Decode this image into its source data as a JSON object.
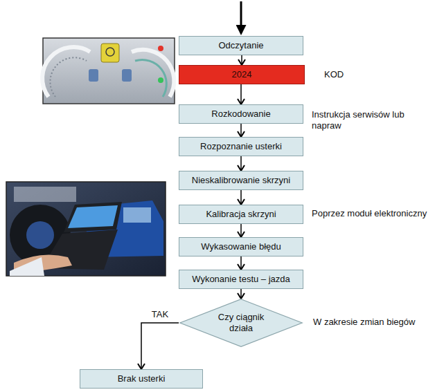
{
  "diagram": {
    "nodes": [
      {
        "text": [
          "Odczytanie"
        ]
      },
      {
        "text": [
          "2024"
        ]
      },
      {
        "text": [
          "Rozkodowanie"
        ]
      },
      {
        "text": [
          "Rozpoznanie usterki"
        ]
      },
      {
        "text": [
          "Nieskalibrowanie skrzyni"
        ]
      },
      {
        "text": [
          "Kalibracja skrzyni"
        ]
      },
      {
        "text": [
          "Wykasowanie błędu"
        ]
      },
      {
        "text": [
          "Wykonanie testu – jazda"
        ]
      },
      {
        "text": [
          "Czy ciągnik działa"
        ]
      },
      {
        "text": [
          "Brak usterki"
        ]
      }
    ],
    "edges": [
      {
        "from": 0,
        "to": 1,
        "arrow": "to"
      },
      {
        "from": 1,
        "to": 2,
        "arrow": "to"
      },
      {
        "from": 2,
        "to": 3,
        "arrow": "to"
      },
      {
        "from": 3,
        "to": 4,
        "arrow": "to"
      },
      {
        "from": 4,
        "to": 5,
        "arrow": "to"
      },
      {
        "from": 5,
        "to": 6,
        "arrow": "to"
      },
      {
        "from": 6,
        "to": 7,
        "arrow": "to"
      },
      {
        "from": 7,
        "to": 8,
        "arrow": "to"
      },
      {
        "from": 8,
        "to": 9,
        "label": "TAK",
        "arrow": "to"
      }
    ],
    "labels": [
      "KOD",
      "Instrukcja serwisów lub napraw",
      "Poprzez moduł elektroniczny",
      "W zakresie zmian biegów"
    ]
  }
}
